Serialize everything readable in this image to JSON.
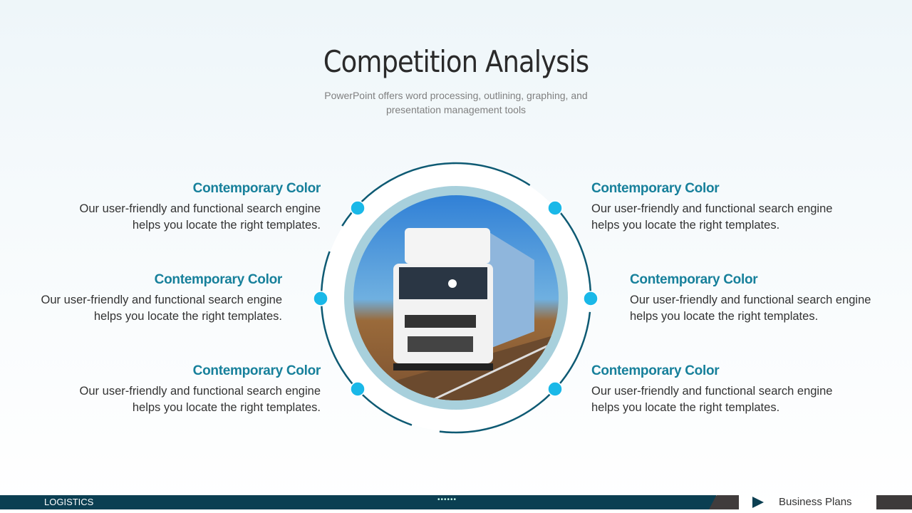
{
  "title": "Competition Analysis",
  "subtitle": "PowerPoint offers word processing, outlining, graphing, and presentation management  tools",
  "items": [
    {
      "heading": "Contemporary Color",
      "body": "Our user-friendly and functional search engine helps you locate the right templates."
    },
    {
      "heading": "Contemporary Color",
      "body": "Our user-friendly and functional search engine helps you locate the right templates."
    },
    {
      "heading": "Contemporary Color",
      "body": "Our user-friendly and functional search engine helps you locate the right templates."
    },
    {
      "heading": "Contemporary Color",
      "body": "Our user-friendly and functional search engine helps you locate the right templates."
    },
    {
      "heading": "Contemporary Color",
      "body": "Our user-friendly and functional search engine helps you locate the right templates."
    },
    {
      "heading": "Contemporary Color",
      "body": "Our user-friendly and functional search engine helps you locate the right templates."
    }
  ],
  "footer": {
    "label": "LOGISTICS",
    "dots": "••••••",
    "brand": "Business Plans"
  },
  "colors": {
    "accent": "#17809b",
    "footer": "#0b3f52",
    "dot": "#1ab8e8"
  }
}
